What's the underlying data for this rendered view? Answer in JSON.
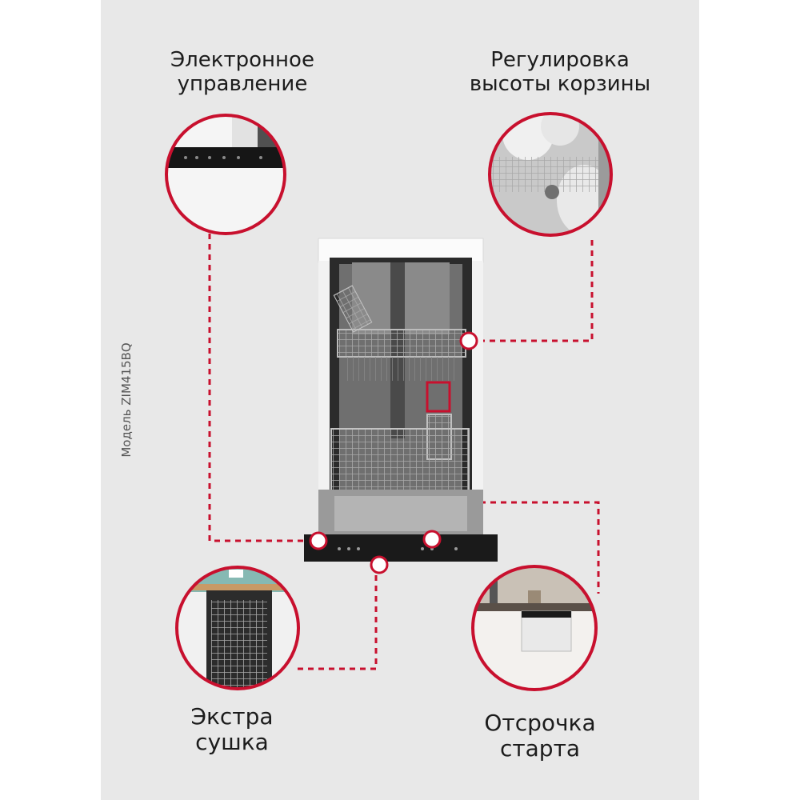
{
  "features": {
    "electronic_control": {
      "line1": "Электронное",
      "line2": "управление"
    },
    "basket_height": {
      "line1": "Регулировка",
      "line2": "высоты корзины"
    },
    "extra_drying": {
      "line1": "Экстра",
      "line2": "сушка"
    },
    "delayed_start": {
      "line1": "Отсрочка",
      "line2": "старта"
    }
  },
  "model_caption": "Модель ZIM415BQ",
  "colors": {
    "accent": "#c8102e",
    "background": "#e8e8e8",
    "text": "#1c1c1c"
  }
}
